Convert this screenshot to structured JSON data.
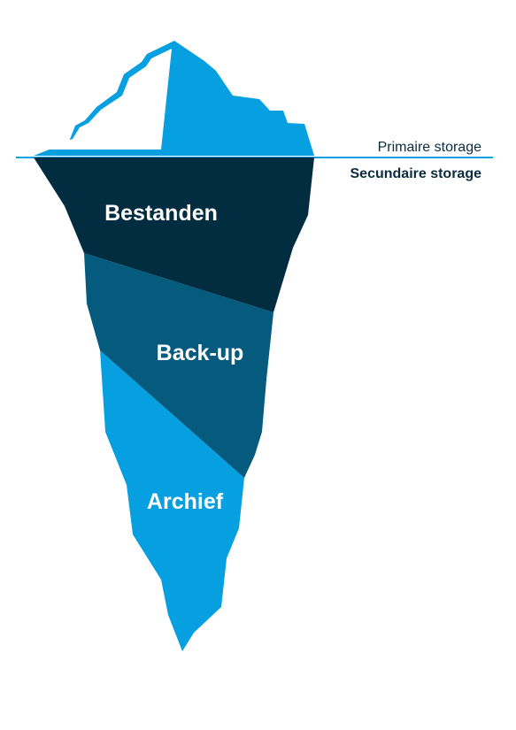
{
  "waterline": {
    "above_label": "Primaire storage",
    "below_label": "Secundaire storage"
  },
  "layers": [
    {
      "label": "Bestanden",
      "color": "#022c3f"
    },
    {
      "label": "Back-up",
      "color": "#045b7d"
    },
    {
      "label": "Archief",
      "color": "#069fdf"
    }
  ],
  "colors": {
    "tip": "#069fdf",
    "tip_highlight": "#ffffff",
    "waterline": "#069fdf",
    "above_text": "#0b2c3e",
    "below_text": "#0b2c3e"
  }
}
